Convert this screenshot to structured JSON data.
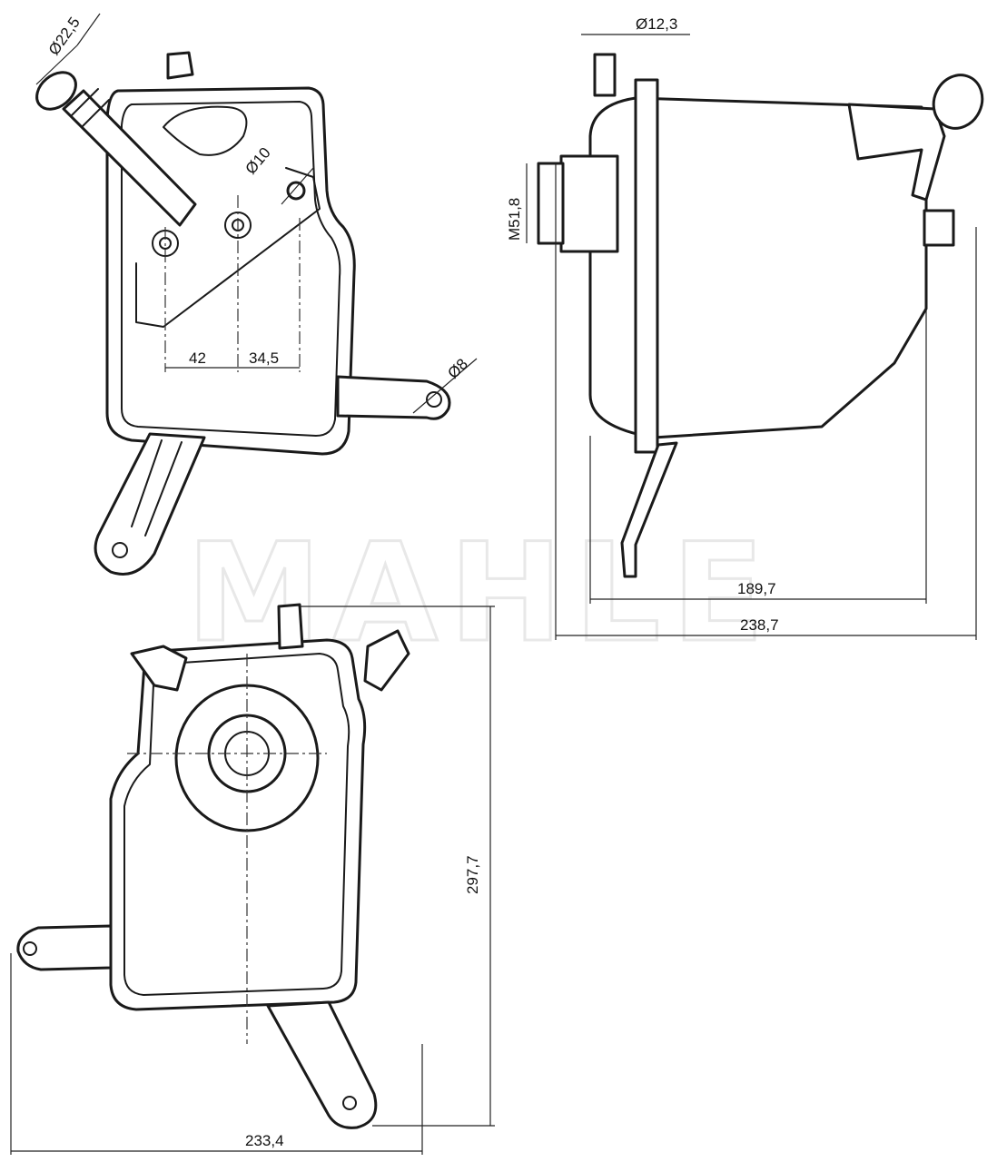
{
  "watermark": {
    "brand": "MAHLE",
    "color": "#e8e8e8"
  },
  "dimensions": {
    "inlet_diameter": "Ø22,5",
    "mount_hole_diameter": "Ø10",
    "offset_left": "42",
    "offset_right": "34,5",
    "bracket_hole_diameter": "Ø8",
    "top_port_diameter": "Ø12,3",
    "cap_thread": "M51,8",
    "depth_inner": "189,7",
    "depth_overall": "238,7",
    "height_overall": "297,7",
    "width_overall": "233,4"
  },
  "colors": {
    "line": "#1a1a1a",
    "background": "#ffffff"
  }
}
